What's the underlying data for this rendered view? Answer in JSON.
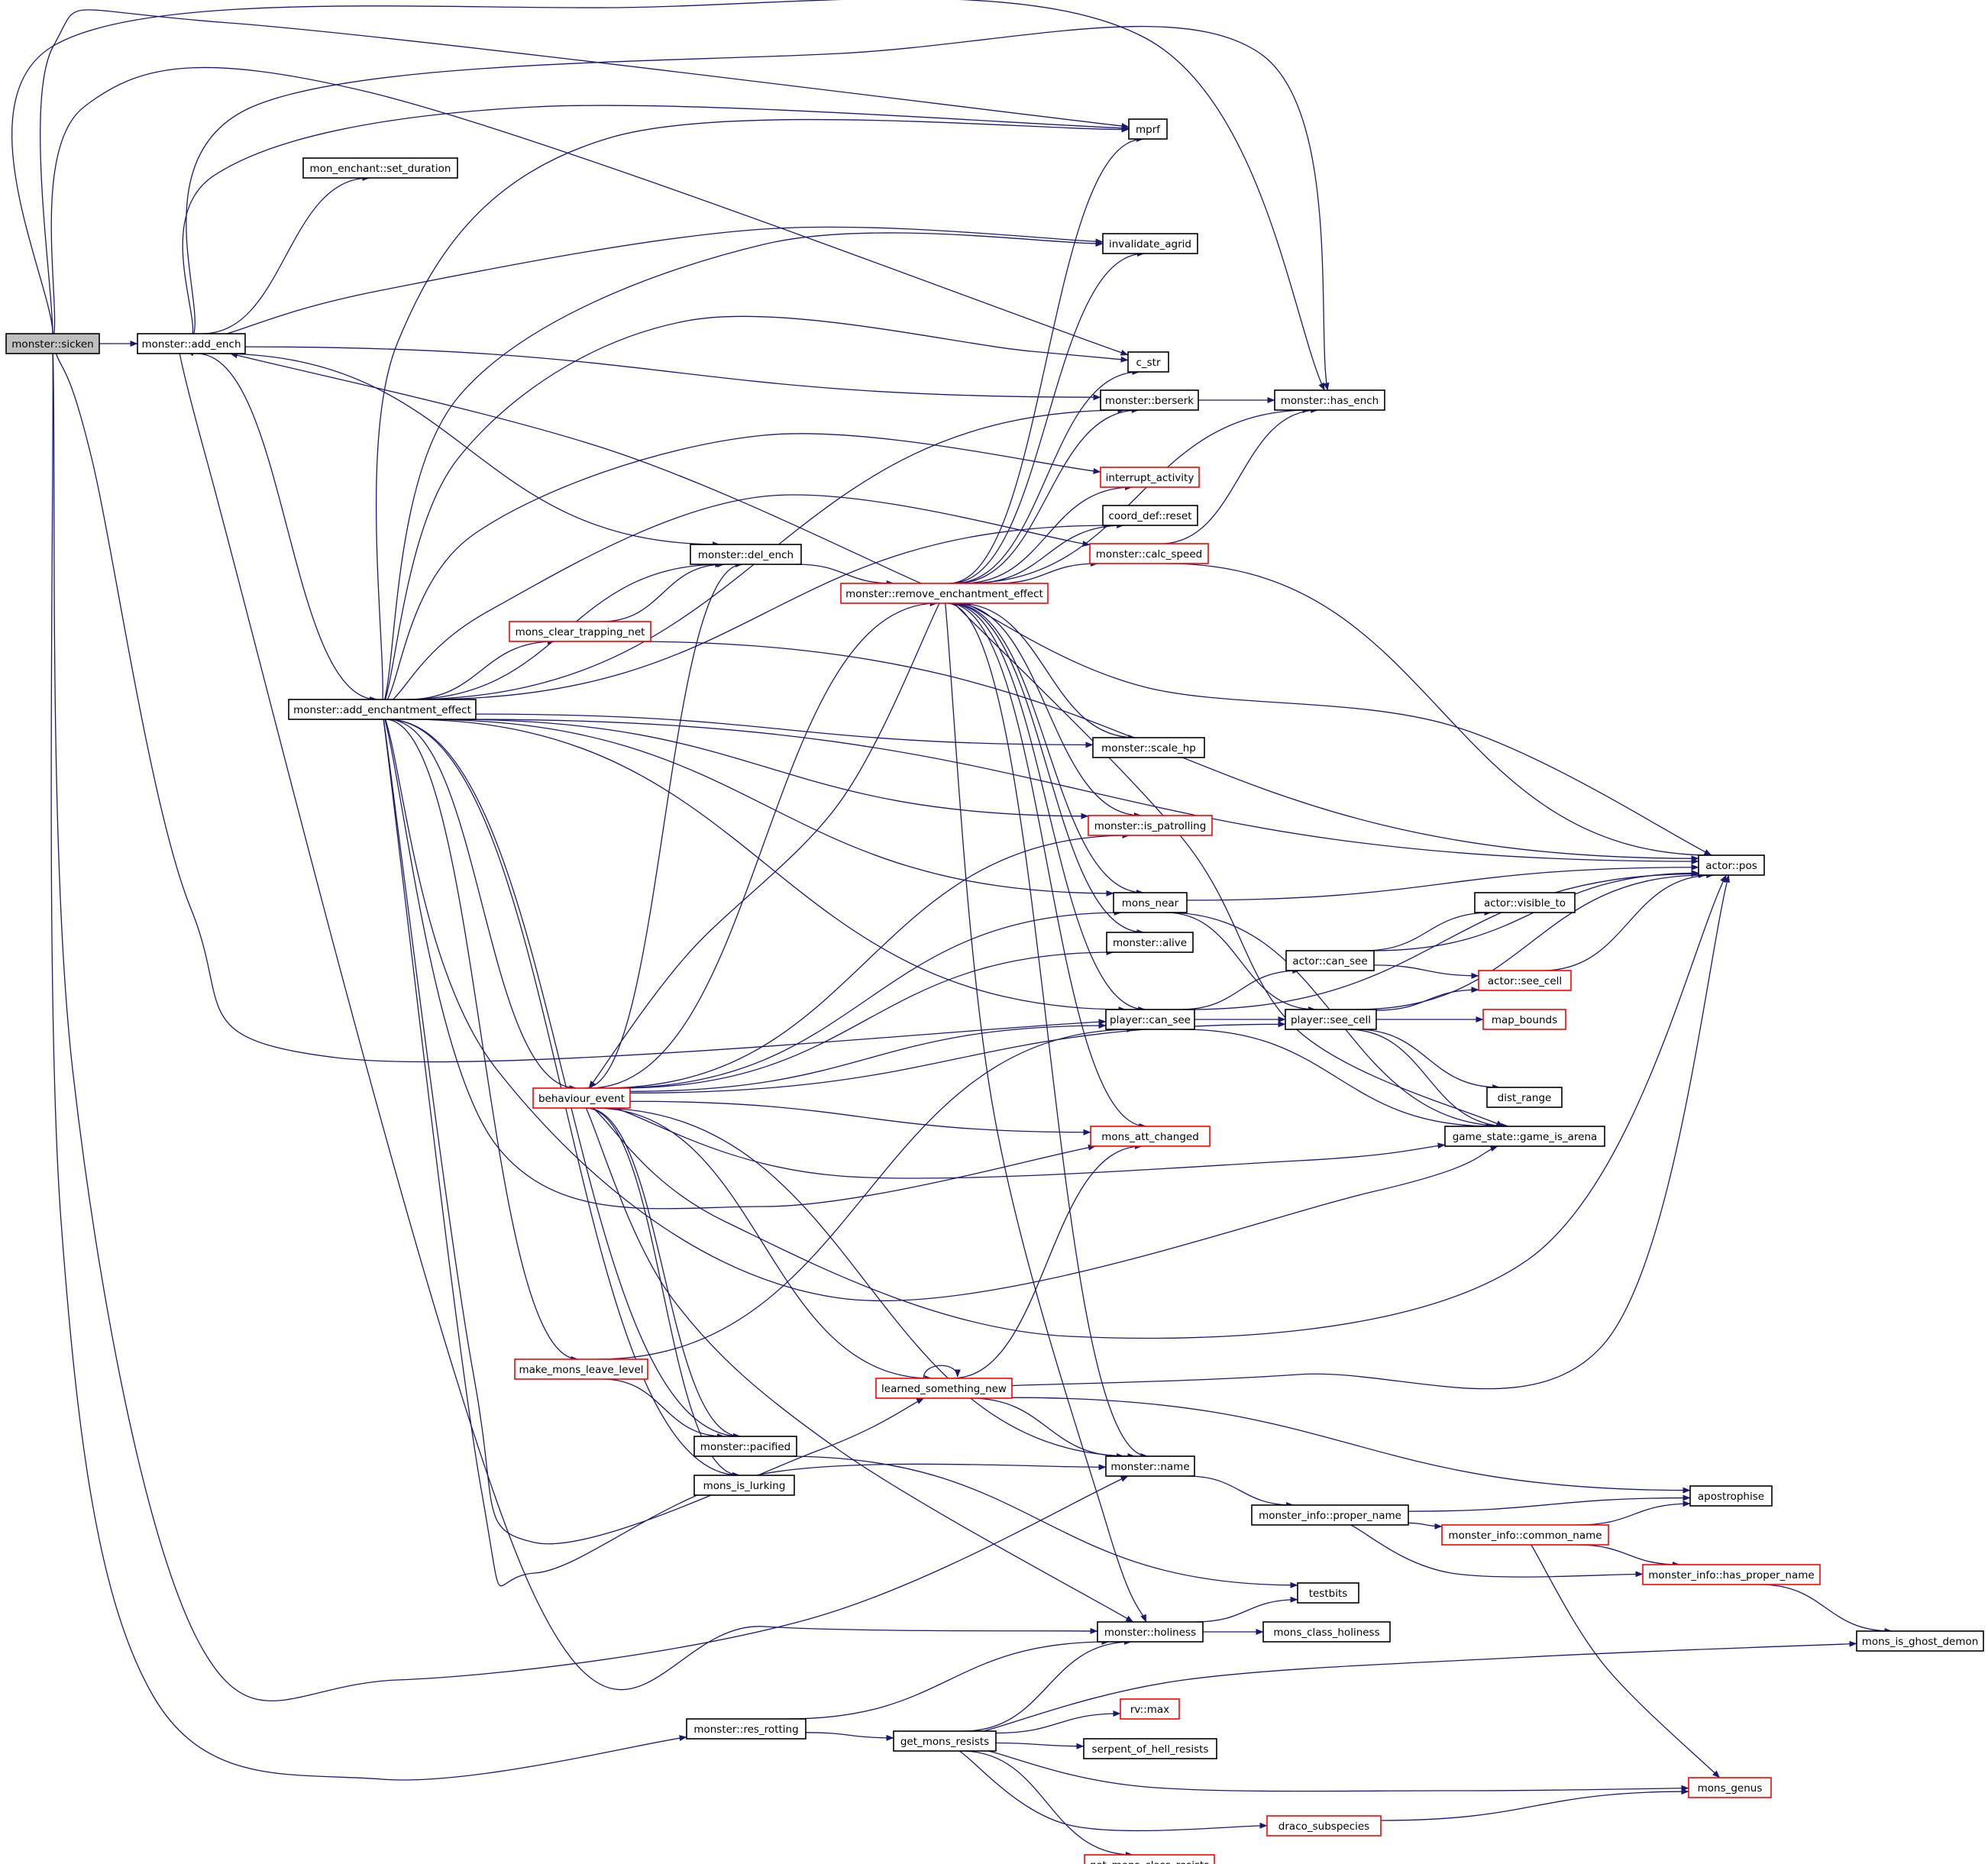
{
  "graph": {
    "colors": {
      "edge": "#191970",
      "normal_border": "#000000",
      "truncated_border": "#ff0000",
      "root_fill": "#bfbfbf",
      "fill": "#ffffff"
    },
    "nodes": [
      {
        "id": "sicken",
        "label": "monster::sicken",
        "style": "root"
      },
      {
        "id": "add_ench",
        "label": "monster::add_ench",
        "style": "normal"
      },
      {
        "id": "set_duration",
        "label": "mon_enchant::set_duration",
        "style": "normal"
      },
      {
        "id": "mprf",
        "label": "mprf",
        "style": "normal"
      },
      {
        "id": "invalidate_agrid",
        "label": "invalidate_agrid",
        "style": "normal"
      },
      {
        "id": "c_str",
        "label": "c_str",
        "style": "normal"
      },
      {
        "id": "berserk",
        "label": "monster::berserk",
        "style": "normal"
      },
      {
        "id": "has_ench",
        "label": "monster::has_ench",
        "style": "normal"
      },
      {
        "id": "interrupt_activity",
        "label": "interrupt_activity",
        "style": "truncated"
      },
      {
        "id": "coord_reset",
        "label": "coord_def::reset",
        "style": "normal"
      },
      {
        "id": "calc_speed",
        "label": "monster::calc_speed",
        "style": "truncated"
      },
      {
        "id": "del_ench",
        "label": "monster::del_ench",
        "style": "normal"
      },
      {
        "id": "remove_ench",
        "label": "monster::remove_enchantment_effect",
        "style": "truncated"
      },
      {
        "id": "trapping_net",
        "label": "mons_clear_trapping_net",
        "style": "truncated"
      },
      {
        "id": "add_ench_effect",
        "label": "monster::add_enchantment_effect",
        "style": "normal"
      },
      {
        "id": "scale_hp",
        "label": "monster::scale_hp",
        "style": "normal"
      },
      {
        "id": "is_patrolling",
        "label": "monster::is_patrolling",
        "style": "truncated"
      },
      {
        "id": "actor_pos",
        "label": "actor::pos",
        "style": "normal"
      },
      {
        "id": "visible_to",
        "label": "actor::visible_to",
        "style": "normal"
      },
      {
        "id": "mons_near",
        "label": "mons_near",
        "style": "normal"
      },
      {
        "id": "alive",
        "label": "monster::alive",
        "style": "normal"
      },
      {
        "id": "actor_can_see",
        "label": "actor::can_see",
        "style": "normal"
      },
      {
        "id": "actor_see_cell",
        "label": "actor::see_cell",
        "style": "truncated"
      },
      {
        "id": "player_can_see",
        "label": "player::can_see",
        "style": "normal"
      },
      {
        "id": "player_see_cell",
        "label": "player::see_cell",
        "style": "normal"
      },
      {
        "id": "map_bounds",
        "label": "map_bounds",
        "style": "truncated"
      },
      {
        "id": "behaviour_event",
        "label": "behaviour_event",
        "style": "truncated"
      },
      {
        "id": "dist_range",
        "label": "dist_range",
        "style": "normal"
      },
      {
        "id": "mons_att_changed",
        "label": "mons_att_changed",
        "style": "truncated"
      },
      {
        "id": "game_is_arena",
        "label": "game_state::game_is_arena",
        "style": "normal"
      },
      {
        "id": "leave_level",
        "label": "make_mons_leave_level",
        "style": "truncated"
      },
      {
        "id": "learned",
        "label": "learned_something_new",
        "style": "truncated"
      },
      {
        "id": "pacified",
        "label": "monster::pacified",
        "style": "normal"
      },
      {
        "id": "lurking",
        "label": "mons_is_lurking",
        "style": "normal"
      },
      {
        "id": "mon_name",
        "label": "monster::name",
        "style": "normal"
      },
      {
        "id": "apostrophise",
        "label": "apostrophise",
        "style": "normal"
      },
      {
        "id": "proper_name",
        "label": "monster_info::proper_name",
        "style": "normal"
      },
      {
        "id": "common_name",
        "label": "monster_info::common_name",
        "style": "truncated"
      },
      {
        "id": "has_proper_name",
        "label": "monster_info::has_proper_name",
        "style": "truncated"
      },
      {
        "id": "testbits",
        "label": "testbits",
        "style": "normal"
      },
      {
        "id": "holiness",
        "label": "monster::holiness",
        "style": "normal"
      },
      {
        "id": "class_holiness",
        "label": "mons_class_holiness",
        "style": "normal"
      },
      {
        "id": "ghost_demon",
        "label": "mons_is_ghost_demon",
        "style": "normal"
      },
      {
        "id": "rv_max",
        "label": "rv::max",
        "style": "truncated"
      },
      {
        "id": "res_rotting",
        "label": "monster::res_rotting",
        "style": "normal"
      },
      {
        "id": "get_mons_resists",
        "label": "get_mons_resists",
        "style": "normal"
      },
      {
        "id": "serpent",
        "label": "serpent_of_hell_resists",
        "style": "normal"
      },
      {
        "id": "mons_genus",
        "label": "mons_genus",
        "style": "truncated"
      },
      {
        "id": "draco",
        "label": "draco_subspecies",
        "style": "truncated"
      },
      {
        "id": "class_resists",
        "label": "get_mons_class_resists",
        "style": "truncated"
      }
    ],
    "edges": [
      [
        "sicken",
        "add_ench"
      ],
      [
        "sicken",
        "mprf"
      ],
      [
        "sicken",
        "has_ench"
      ],
      [
        "sicken",
        "c_str"
      ],
      [
        "sicken",
        "player_can_see"
      ],
      [
        "sicken",
        "mon_name"
      ],
      [
        "sicken",
        "res_rotting"
      ],
      [
        "add_ench",
        "set_duration"
      ],
      [
        "add_ench",
        "mprf"
      ],
      [
        "add_ench",
        "invalidate_agrid"
      ],
      [
        "add_ench",
        "has_ench"
      ],
      [
        "add_ench",
        "berserk"
      ],
      [
        "add_ench",
        "del_ench"
      ],
      [
        "add_ench",
        "add_ench_effect"
      ],
      [
        "add_ench",
        "holiness"
      ],
      [
        "add_ench_effect",
        "mprf"
      ],
      [
        "add_ench_effect",
        "invalidate_agrid"
      ],
      [
        "add_ench_effect",
        "c_str"
      ],
      [
        "add_ench_effect",
        "berserk"
      ],
      [
        "add_ench_effect",
        "interrupt_activity"
      ],
      [
        "add_ench_effect",
        "coord_reset"
      ],
      [
        "add_ench_effect",
        "calc_speed"
      ],
      [
        "add_ench_effect",
        "del_ench"
      ],
      [
        "add_ench_effect",
        "trapping_net"
      ],
      [
        "add_ench_effect",
        "scale_hp"
      ],
      [
        "add_ench_effect",
        "is_patrolling"
      ],
      [
        "add_ench_effect",
        "actor_pos"
      ],
      [
        "add_ench_effect",
        "mons_near"
      ],
      [
        "add_ench_effect",
        "player_can_see"
      ],
      [
        "add_ench_effect",
        "behaviour_event"
      ],
      [
        "add_ench_effect",
        "mons_att_changed"
      ],
      [
        "add_ench_effect",
        "leave_level"
      ],
      [
        "add_ench_effect",
        "learned"
      ],
      [
        "add_ench_effect",
        "pacified"
      ],
      [
        "add_ench_effect",
        "lurking"
      ],
      [
        "add_ench_effect",
        "mon_name"
      ],
      [
        "add_ench_effect",
        "game_is_arena"
      ],
      [
        "del_ench",
        "remove_ench"
      ],
      [
        "trapping_net",
        "del_ench"
      ],
      [
        "trapping_net",
        "actor_pos"
      ],
      [
        "remove_ench",
        "add_ench"
      ],
      [
        "remove_ench",
        "mprf"
      ],
      [
        "remove_ench",
        "invalidate_agrid"
      ],
      [
        "remove_ench",
        "c_str"
      ],
      [
        "remove_ench",
        "berserk"
      ],
      [
        "remove_ench",
        "has_ench"
      ],
      [
        "remove_ench",
        "interrupt_activity"
      ],
      [
        "remove_ench",
        "coord_reset"
      ],
      [
        "remove_ench",
        "calc_speed"
      ],
      [
        "remove_ench",
        "scale_hp"
      ],
      [
        "remove_ench",
        "is_patrolling"
      ],
      [
        "remove_ench",
        "actor_pos"
      ],
      [
        "remove_ench",
        "mons_near"
      ],
      [
        "remove_ench",
        "alive"
      ],
      [
        "remove_ench",
        "player_can_see"
      ],
      [
        "remove_ench",
        "mons_att_changed"
      ],
      [
        "remove_ench",
        "game_is_arena"
      ],
      [
        "remove_ench",
        "mon_name"
      ],
      [
        "remove_ench",
        "holiness"
      ],
      [
        "remove_ench",
        "behaviour_event"
      ],
      [
        "berserk",
        "has_ench"
      ],
      [
        "calc_speed",
        "has_ench"
      ],
      [
        "calc_speed",
        "actor_pos"
      ],
      [
        "mons_near",
        "actor_pos"
      ],
      [
        "mons_near",
        "player_see_cell"
      ],
      [
        "mons_near",
        "game_is_arena"
      ],
      [
        "actor_can_see",
        "visible_to"
      ],
      [
        "actor_can_see",
        "actor_pos"
      ],
      [
        "actor_can_see",
        "actor_see_cell"
      ],
      [
        "actor_see_cell",
        "actor_pos"
      ],
      [
        "player_can_see",
        "actor_can_see"
      ],
      [
        "player_can_see",
        "player_see_cell"
      ],
      [
        "player_can_see",
        "actor_pos"
      ],
      [
        "player_can_see",
        "game_is_arena"
      ],
      [
        "player_see_cell",
        "actor_see_cell"
      ],
      [
        "player_see_cell",
        "map_bounds"
      ],
      [
        "player_see_cell",
        "dist_range"
      ],
      [
        "player_see_cell",
        "game_is_arena"
      ],
      [
        "player_see_cell",
        "actor_pos"
      ],
      [
        "behaviour_event",
        "del_ench"
      ],
      [
        "behaviour_event",
        "remove_ench"
      ],
      [
        "behaviour_event",
        "is_patrolling"
      ],
      [
        "behaviour_event",
        "mons_near"
      ],
      [
        "behaviour_event",
        "alive"
      ],
      [
        "behaviour_event",
        "player_can_see"
      ],
      [
        "behaviour_event",
        "player_see_cell"
      ],
      [
        "behaviour_event",
        "mons_att_changed"
      ],
      [
        "behaviour_event",
        "game_is_arena"
      ],
      [
        "behaviour_event",
        "actor_pos"
      ],
      [
        "behaviour_event",
        "learned"
      ],
      [
        "behaviour_event",
        "pacified"
      ],
      [
        "behaviour_event",
        "lurking"
      ],
      [
        "behaviour_event",
        "mon_name"
      ],
      [
        "behaviour_event",
        "holiness"
      ],
      [
        "leave_level",
        "player_can_see"
      ],
      [
        "leave_level",
        "pacified"
      ],
      [
        "learned",
        "learned"
      ],
      [
        "learned",
        "mons_att_changed"
      ],
      [
        "learned",
        "actor_pos"
      ],
      [
        "learned",
        "mon_name"
      ],
      [
        "learned",
        "apostrophise"
      ],
      [
        "pacified",
        "testbits"
      ],
      [
        "mon_name",
        "proper_name"
      ],
      [
        "proper_name",
        "apostrophise"
      ],
      [
        "proper_name",
        "common_name"
      ],
      [
        "proper_name",
        "has_proper_name"
      ],
      [
        "common_name",
        "apostrophise"
      ],
      [
        "common_name",
        "has_proper_name"
      ],
      [
        "common_name",
        "mons_genus"
      ],
      [
        "has_proper_name",
        "ghost_demon"
      ],
      [
        "holiness",
        "testbits"
      ],
      [
        "holiness",
        "class_holiness"
      ],
      [
        "res_rotting",
        "holiness"
      ],
      [
        "res_rotting",
        "get_mons_resists"
      ],
      [
        "get_mons_resists",
        "holiness"
      ],
      [
        "get_mons_resists",
        "rv_max"
      ],
      [
        "get_mons_resists",
        "serpent"
      ],
      [
        "get_mons_resists",
        "mons_genus"
      ],
      [
        "get_mons_resists",
        "draco"
      ],
      [
        "get_mons_resists",
        "class_resists"
      ],
      [
        "get_mons_resists",
        "ghost_demon"
      ],
      [
        "draco",
        "mons_genus"
      ]
    ]
  }
}
